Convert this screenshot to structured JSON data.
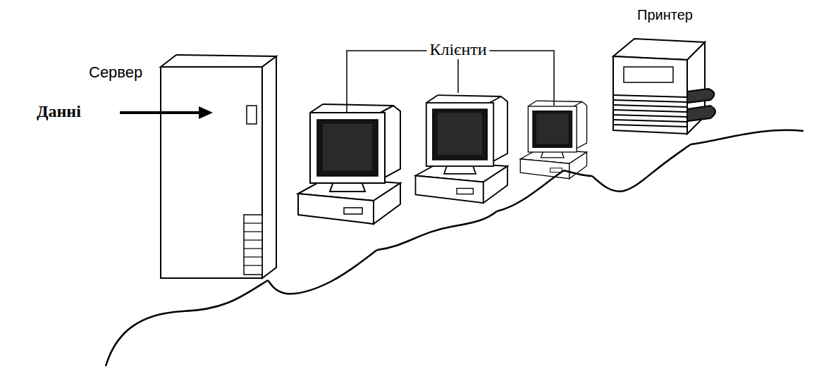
{
  "diagram": {
    "nodes": [
      {
        "text": [
          "Сервер"
        ]
      },
      {
        "text": [
          "Клієнти"
        ]
      },
      {
        "text": [
          "Принтер"
        ]
      }
    ],
    "edges": [
      {
        "from": 0,
        "to": 1,
        "arrow": "none"
      },
      {
        "from": 1,
        "to": 2,
        "arrow": "none"
      }
    ],
    "labels": [
      "Данні"
    ]
  }
}
